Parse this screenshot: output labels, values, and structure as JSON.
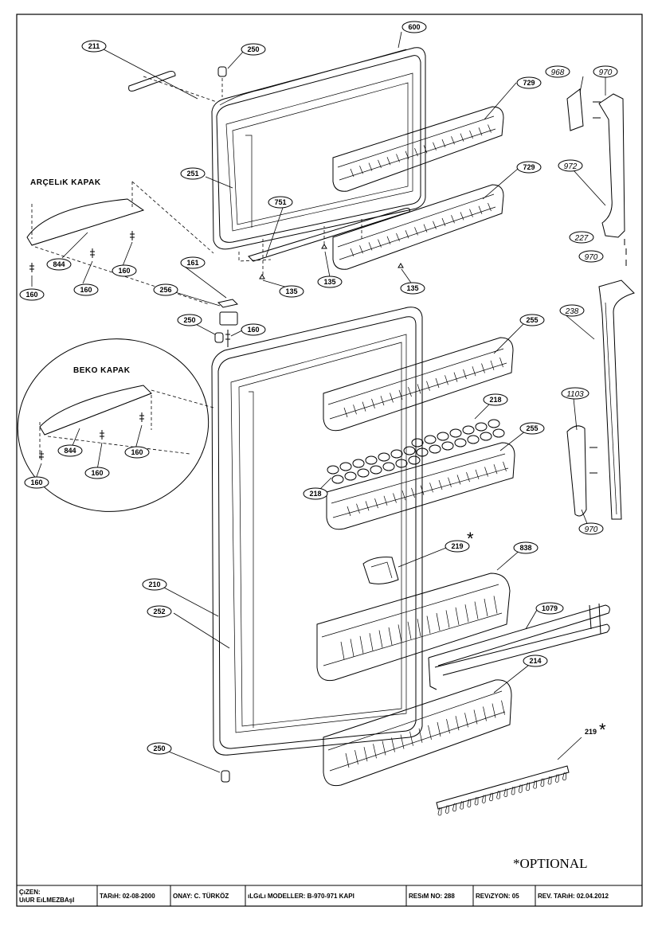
{
  "section_labels": {
    "arcelik": "ARÇELıK KAPAK",
    "beko": "BEKO KAPAK"
  },
  "callouts": [
    {
      "id": "c600",
      "text": "600"
    },
    {
      "id": "c211",
      "text": "211"
    },
    {
      "id": "c250a",
      "text": "250"
    },
    {
      "id": "c729a",
      "text": "729"
    },
    {
      "id": "c968",
      "text": "968"
    },
    {
      "id": "c970a",
      "text": "970"
    },
    {
      "id": "c729b",
      "text": "729"
    },
    {
      "id": "c972",
      "text": "972"
    },
    {
      "id": "c251",
      "text": "251"
    },
    {
      "id": "c751",
      "text": "751"
    },
    {
      "id": "c227",
      "text": "227"
    },
    {
      "id": "c970b",
      "text": "970"
    },
    {
      "id": "c844a",
      "text": "844"
    },
    {
      "id": "c160a",
      "text": "160"
    },
    {
      "id": "c160b",
      "text": "160"
    },
    {
      "id": "c160c",
      "text": "160"
    },
    {
      "id": "c135a",
      "text": "135"
    },
    {
      "id": "c135b",
      "text": "135"
    },
    {
      "id": "c135c",
      "text": "135"
    },
    {
      "id": "c161",
      "text": "161"
    },
    {
      "id": "c256",
      "text": "256"
    },
    {
      "id": "c238",
      "text": "238"
    },
    {
      "id": "c250b",
      "text": "250"
    },
    {
      "id": "c160d",
      "text": "160"
    },
    {
      "id": "c255a",
      "text": "255"
    },
    {
      "id": "c218a",
      "text": "218"
    },
    {
      "id": "c1103",
      "text": "1103"
    },
    {
      "id": "c844b",
      "text": "844"
    },
    {
      "id": "c160e",
      "text": "160"
    },
    {
      "id": "c160f",
      "text": "160"
    },
    {
      "id": "c160g",
      "text": "160"
    },
    {
      "id": "c255b",
      "text": "255"
    },
    {
      "id": "c218b",
      "text": "218"
    },
    {
      "id": "c970c",
      "text": "970"
    },
    {
      "id": "c219a",
      "text": "219"
    },
    {
      "id": "c838",
      "text": "838"
    },
    {
      "id": "c210",
      "text": "210"
    },
    {
      "id": "c252",
      "text": "252"
    },
    {
      "id": "c1079",
      "text": "1079"
    },
    {
      "id": "c214",
      "text": "214"
    },
    {
      "id": "c250c",
      "text": "250"
    },
    {
      "id": "c219b",
      "text": "219"
    }
  ],
  "asterisks": [
    "*",
    "*"
  ],
  "optional_note": "*OPTIONAL",
  "title_block": {
    "drawn_by_label": "ÇıZEN:",
    "drawn_by": "UıUR EıLMEZBAşI",
    "date": "TARıH: 02-08-2000",
    "approved": "ONAY: C. TÜRKÖZ",
    "models": "ıLGıLı MODELLER: B-970-971 KAPI",
    "drawing_no": "RESıM NO: 288",
    "revision": "REVıZYON: 05",
    "revision_date": "REV. TARıH: 02.04.2012"
  }
}
